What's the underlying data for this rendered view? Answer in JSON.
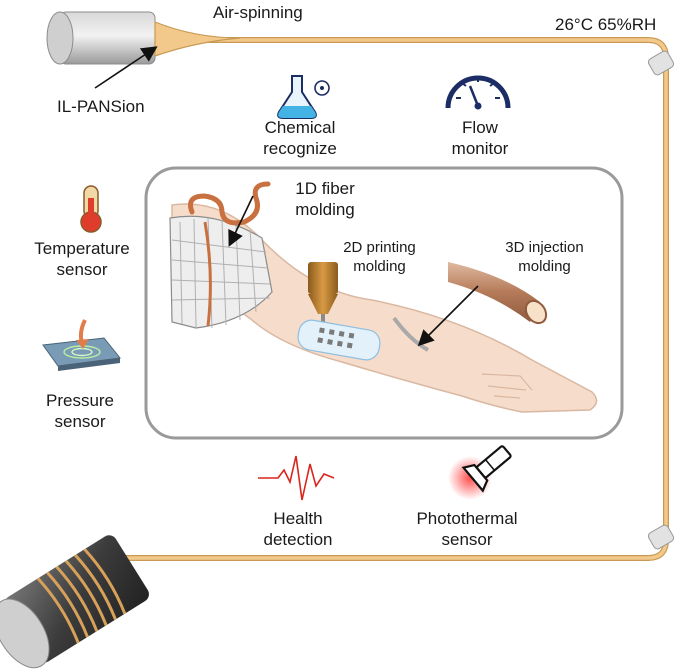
{
  "labels": {
    "air_spinning": "Air-spinning",
    "conditions": "26°C 65%RH",
    "il_pansion": "IL-PANSion",
    "chemical": [
      "Chemical",
      "recognize"
    ],
    "flow": [
      "Flow",
      "monitor"
    ],
    "temperature": [
      "Temperature",
      "sensor"
    ],
    "pressure": [
      "Pressure",
      "sensor"
    ],
    "fiber_1d": [
      "1D fiber",
      "molding"
    ],
    "printing_2d": [
      "2D printing",
      "molding"
    ],
    "injection_3d": [
      "3D injection",
      "molding"
    ],
    "health": [
      "Health",
      "detection"
    ],
    "photothermal": [
      "Photothermal",
      "sensor"
    ]
  },
  "icons": {
    "chemical": "flask-icon",
    "flow": "gauge-icon",
    "temperature": "thermometer-icon",
    "pressure": "pressure-pad-icon",
    "health": "ecg-icon",
    "photothermal": "flashlight-icon"
  },
  "colors": {
    "fiber": "#f3c98b",
    "fiber_edge": "#c99a55",
    "panel_border": "#9a9a9a",
    "skin": "#f6dccb",
    "copper": "#c8703f",
    "navy": "#1c2d66",
    "ecg": "#d9261c"
  }
}
